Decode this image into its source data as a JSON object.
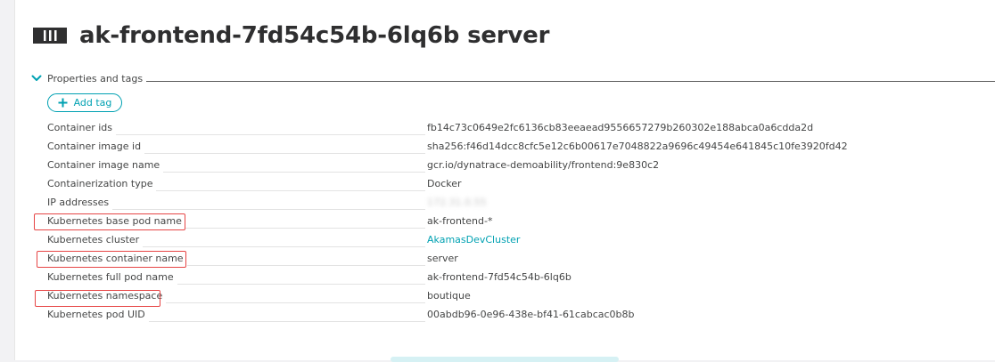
{
  "header": {
    "title": "ak-frontend-7fd54c54b-6lq6b server",
    "icon": "server-icon"
  },
  "section": {
    "label": "Properties and tags",
    "expanded": true,
    "icon": "chevron-down-icon"
  },
  "add_tag": {
    "label": "Add tag",
    "icon": "plus-icon"
  },
  "properties": [
    {
      "key": "Container ids",
      "value": "fb14c73c0649e2fc6136cb83eeaead9556657279b260302e188abca0a6cdda2d"
    },
    {
      "key": "Container image id",
      "value": "sha256:f46d14dcc8cfc5e12c6b00617e7048822a9696c49454e641845c10fe3920fd42"
    },
    {
      "key": "Container image name",
      "value": "gcr.io/dynatrace-demoability/frontend:9e830c2"
    },
    {
      "key": "Containerization type",
      "value": "Docker"
    },
    {
      "key": "IP addresses",
      "value": "172.31.0.55"
    },
    {
      "key": "Kubernetes base pod name",
      "value": "ak-frontend-*"
    },
    {
      "key": "Kubernetes cluster",
      "value": "AkamasDevCluster"
    },
    {
      "key": "Kubernetes container name",
      "value": "server"
    },
    {
      "key": "Kubernetes full pod name",
      "value": "ak-frontend-7fd54c54b-6lq6b"
    },
    {
      "key": "Kubernetes namespace",
      "value": "boutique"
    },
    {
      "key": "Kubernetes pod UID",
      "value": "00abdb96-0e96-438e-bf41-61cabcac0b8b"
    }
  ],
  "colors": {
    "accent": "#00a1b2",
    "highlight": "#e64545",
    "text": "#454646"
  }
}
